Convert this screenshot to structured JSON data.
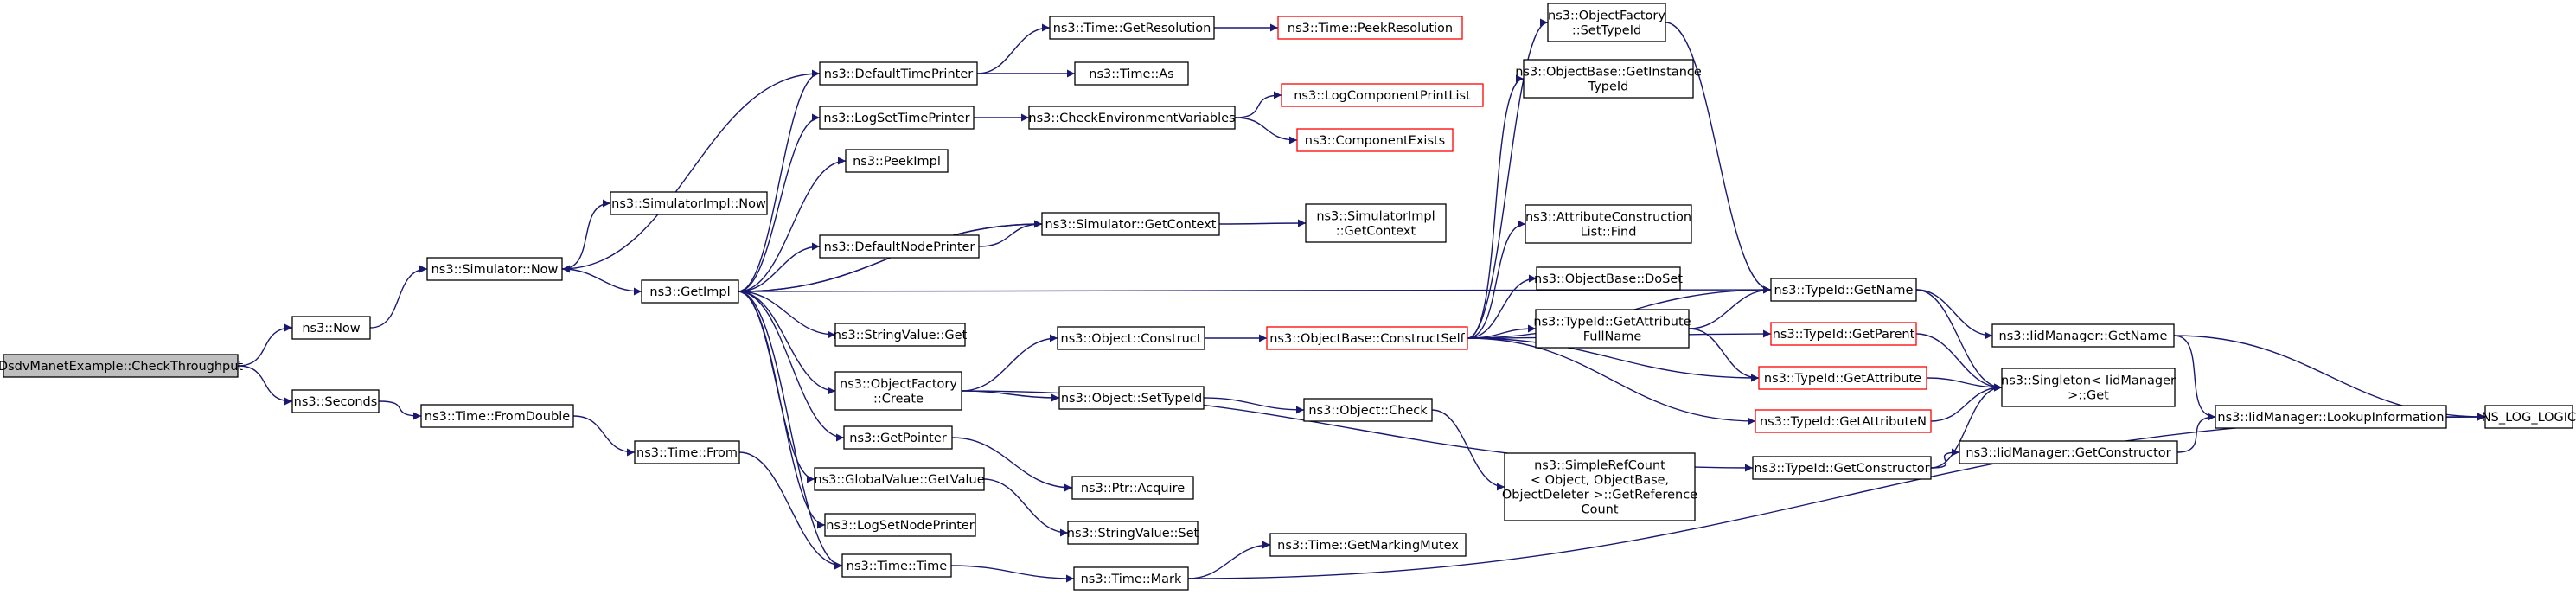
{
  "graph": {
    "edge_color": "#191970",
    "root_fill": "#bfbfbf",
    "external_border_color": "#ff0000",
    "nodes": [
      {
        "id": "checkthroughput",
        "lines": [
          "DsdvManetExample::CheckThroughput"
        ],
        "kind": "root"
      },
      {
        "id": "now",
        "lines": [
          "ns3::Now"
        ]
      },
      {
        "id": "seconds",
        "lines": [
          "ns3::Seconds"
        ]
      },
      {
        "id": "simulator-now",
        "lines": [
          "ns3::Simulator::Now"
        ]
      },
      {
        "id": "simulatorimpl-now",
        "lines": [
          "ns3::SimulatorImpl::Now"
        ]
      },
      {
        "id": "getimpl",
        "lines": [
          "ns3::GetImpl"
        ]
      },
      {
        "id": "time-fromdouble",
        "lines": [
          "ns3::Time::FromDouble"
        ]
      },
      {
        "id": "time-from",
        "lines": [
          "ns3::Time::From"
        ]
      },
      {
        "id": "defaulttimeprinter",
        "lines": [
          "ns3::DefaultTimePrinter"
        ]
      },
      {
        "id": "logsettimeprinter",
        "lines": [
          "ns3::LogSetTimePrinter"
        ]
      },
      {
        "id": "peekimpl",
        "lines": [
          "ns3::PeekImpl"
        ]
      },
      {
        "id": "defaultnodeprinter",
        "lines": [
          "ns3::DefaultNodePrinter"
        ]
      },
      {
        "id": "stringvalue-get",
        "lines": [
          "ns3::StringValue::Get"
        ]
      },
      {
        "id": "objectfactory-create",
        "lines": [
          "ns3::ObjectFactory",
          "::Create"
        ]
      },
      {
        "id": "getpointer",
        "lines": [
          "ns3::GetPointer"
        ]
      },
      {
        "id": "globalvalue-getvalue",
        "lines": [
          "ns3::GlobalValue::GetValue"
        ]
      },
      {
        "id": "logsetnodeprinter",
        "lines": [
          "ns3::LogSetNodePrinter"
        ]
      },
      {
        "id": "time-time",
        "lines": [
          "ns3::Time::Time"
        ]
      },
      {
        "id": "time-getresolution",
        "lines": [
          "ns3::Time::GetResolution"
        ]
      },
      {
        "id": "time-as",
        "lines": [
          "ns3::Time::As"
        ]
      },
      {
        "id": "checkenvironmentvariables",
        "lines": [
          "ns3::CheckEnvironmentVariables"
        ]
      },
      {
        "id": "simulator-getcontext",
        "lines": [
          "ns3::Simulator::GetContext"
        ]
      },
      {
        "id": "object-construct",
        "lines": [
          "ns3::Object::Construct"
        ]
      },
      {
        "id": "object-settypeid",
        "lines": [
          "ns3::Object::SetTypeId"
        ]
      },
      {
        "id": "ptr-acquire",
        "lines": [
          "ns3::Ptr::Acquire"
        ]
      },
      {
        "id": "stringvalue-set",
        "lines": [
          "ns3::StringValue::Set"
        ]
      },
      {
        "id": "time-mark",
        "lines": [
          "ns3::Time::Mark"
        ]
      },
      {
        "id": "time-peekresolution",
        "lines": [
          "ns3::Time::PeekResolution"
        ],
        "kind": "external"
      },
      {
        "id": "logcomponentprintlist",
        "lines": [
          "ns3::LogComponentPrintList"
        ],
        "kind": "external"
      },
      {
        "id": "componentexists",
        "lines": [
          "ns3::ComponentExists"
        ],
        "kind": "external"
      },
      {
        "id": "simulatorimpl-getcontext",
        "lines": [
          "ns3::SimulatorImpl",
          "::GetContext"
        ]
      },
      {
        "id": "objectbase-constructself",
        "lines": [
          "ns3::ObjectBase::ConstructSelf"
        ],
        "kind": "external"
      },
      {
        "id": "object-check",
        "lines": [
          "ns3::Object::Check"
        ]
      },
      {
        "id": "time-getmarkingmutex",
        "lines": [
          "ns3::Time::GetMarkingMutex"
        ]
      },
      {
        "id": "objectfactory-settypeid",
        "lines": [
          "ns3::ObjectFactory",
          "::SetTypeId"
        ]
      },
      {
        "id": "objectbase-getinstancetypeid",
        "lines": [
          "ns3::ObjectBase::GetInstance",
          "TypeId"
        ]
      },
      {
        "id": "attributeconstructionlist-find",
        "lines": [
          "ns3::AttributeConstruction",
          "List::Find"
        ]
      },
      {
        "id": "objectbase-doset",
        "lines": [
          "ns3::ObjectBase::DoSet"
        ]
      },
      {
        "id": "typeid-getattributefullname",
        "lines": [
          "ns3::TypeId::GetAttribute",
          "FullName"
        ]
      },
      {
        "id": "simplerefcount-getreferencecount",
        "lines": [
          "ns3::SimpleRefCount",
          "< Object, ObjectBase,",
          "ObjectDeleter >::GetReference",
          "Count"
        ]
      },
      {
        "id": "typeid-getname",
        "lines": [
          "ns3::TypeId::GetName"
        ]
      },
      {
        "id": "typeid-getparent",
        "lines": [
          "ns3::TypeId::GetParent"
        ],
        "kind": "external"
      },
      {
        "id": "typeid-getattribute",
        "lines": [
          "ns3::TypeId::GetAttribute"
        ],
        "kind": "external"
      },
      {
        "id": "typeid-getattributen",
        "lines": [
          "ns3::TypeId::GetAttributeN"
        ],
        "kind": "external"
      },
      {
        "id": "typeid-getconstructor",
        "lines": [
          "ns3::TypeId::GetConstructor"
        ]
      },
      {
        "id": "iidmanager-getname",
        "lines": [
          "ns3::IidManager::GetName"
        ]
      },
      {
        "id": "singleton-get",
        "lines": [
          "ns3::Singleton< IidManager",
          " >::Get"
        ]
      },
      {
        "id": "iidmanager-getconstructor",
        "lines": [
          "ns3::IidManager::GetConstructor"
        ]
      },
      {
        "id": "iidmanager-lookupinformation",
        "lines": [
          "ns3::IidManager::LookupInformation"
        ]
      },
      {
        "id": "ns-log-logic",
        "lines": [
          "NS_LOG_LOGIC"
        ]
      }
    ],
    "edges": [
      [
        "checkthroughput",
        "now"
      ],
      [
        "checkthroughput",
        "seconds"
      ],
      [
        "now",
        "simulator-now"
      ],
      [
        "simulator-now",
        "simulatorimpl-now"
      ],
      [
        "simulator-now",
        "getimpl"
      ],
      [
        "seconds",
        "time-fromdouble"
      ],
      [
        "time-fromdouble",
        "time-from"
      ],
      [
        "time-from",
        "time-time"
      ],
      [
        "getimpl",
        "defaulttimeprinter"
      ],
      [
        "getimpl",
        "logsettimeprinter"
      ],
      [
        "getimpl",
        "peekimpl"
      ],
      [
        "getimpl",
        "defaultnodeprinter"
      ],
      [
        "getimpl",
        "stringvalue-get"
      ],
      [
        "getimpl",
        "objectfactory-create"
      ],
      [
        "getimpl",
        "getpointer"
      ],
      [
        "getimpl",
        "globalvalue-getvalue"
      ],
      [
        "getimpl",
        "logsetnodeprinter"
      ],
      [
        "getimpl",
        "time-time"
      ],
      [
        "getimpl",
        "simulator-getcontext"
      ],
      [
        "getimpl",
        "typeid-getname"
      ],
      [
        "defaulttimeprinter",
        "time-getresolution"
      ],
      [
        "defaulttimeprinter",
        "time-as"
      ],
      [
        "defaulttimeprinter",
        "simulator-now"
      ],
      [
        "time-getresolution",
        "time-peekresolution"
      ],
      [
        "logsettimeprinter",
        "checkenvironmentvariables"
      ],
      [
        "checkenvironmentvariables",
        "logcomponentprintlist"
      ],
      [
        "checkenvironmentvariables",
        "componentexists"
      ],
      [
        "defaultnodeprinter",
        "simulator-getcontext"
      ],
      [
        "simulator-getcontext",
        "simulatorimpl-getcontext"
      ],
      [
        "simulator-getcontext",
        "getimpl"
      ],
      [
        "objectfactory-create",
        "object-construct"
      ],
      [
        "objectfactory-create",
        "object-settypeid"
      ],
      [
        "objectfactory-create",
        "typeid-getconstructor"
      ],
      [
        "object-construct",
        "objectbase-constructself"
      ],
      [
        "object-settypeid",
        "object-check"
      ],
      [
        "object-check",
        "simplerefcount-getreferencecount"
      ],
      [
        "getpointer",
        "ptr-acquire"
      ],
      [
        "globalvalue-getvalue",
        "stringvalue-set"
      ],
      [
        "time-time",
        "time-mark"
      ],
      [
        "time-mark",
        "time-getmarkingmutex"
      ],
      [
        "time-mark",
        "ns-log-logic"
      ],
      [
        "objectbase-constructself",
        "objectfactory-settypeid"
      ],
      [
        "objectbase-constructself",
        "objectbase-getinstancetypeid"
      ],
      [
        "objectbase-constructself",
        "attributeconstructionlist-find"
      ],
      [
        "objectbase-constructself",
        "objectbase-doset"
      ],
      [
        "objectbase-constructself",
        "typeid-getattributefullname"
      ],
      [
        "objectbase-constructself",
        "typeid-getname"
      ],
      [
        "objectbase-constructself",
        "typeid-getparent"
      ],
      [
        "objectbase-constructself",
        "typeid-getattribute"
      ],
      [
        "objectbase-constructself",
        "typeid-getattributen"
      ],
      [
        "objectfactory-settypeid",
        "typeid-getname"
      ],
      [
        "typeid-getattributefullname",
        "typeid-getname"
      ],
      [
        "typeid-getattributefullname",
        "typeid-getattribute"
      ],
      [
        "typeid-getname",
        "iidmanager-getname"
      ],
      [
        "typeid-getname",
        "singleton-get"
      ],
      [
        "typeid-getparent",
        "singleton-get"
      ],
      [
        "typeid-getattribute",
        "singleton-get"
      ],
      [
        "typeid-getattributen",
        "singleton-get"
      ],
      [
        "typeid-getconstructor",
        "singleton-get"
      ],
      [
        "typeid-getconstructor",
        "iidmanager-getconstructor"
      ],
      [
        "iidmanager-getname",
        "iidmanager-lookupinformation"
      ],
      [
        "iidmanager-getname",
        "ns-log-logic"
      ],
      [
        "iidmanager-getconstructor",
        "iidmanager-lookupinformation"
      ],
      [
        "iidmanager-lookupinformation",
        "ns-log-logic"
      ]
    ]
  }
}
